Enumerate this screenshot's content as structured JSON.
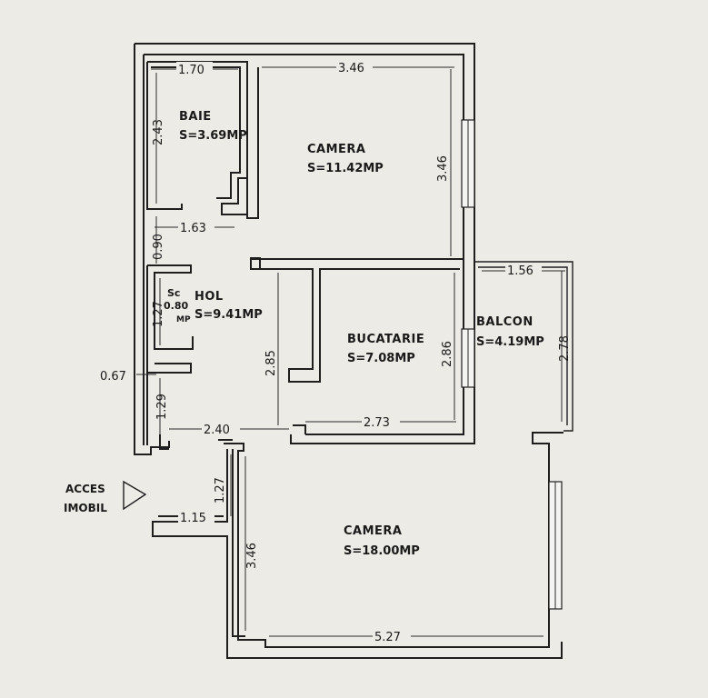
{
  "rooms": {
    "baie": {
      "name": "BAIE",
      "area": "S=3.69MP"
    },
    "camera_top": {
      "name": "CAMERA",
      "area": "S=11.42MP"
    },
    "hol": {
      "name": "HOL",
      "area": "S=9.41MP"
    },
    "sc": {
      "name": "Sc",
      "area": "0.80",
      "unit": "MP"
    },
    "bucatarie": {
      "name": "BUCATARIE",
      "area": "S=7.08MP"
    },
    "balcon": {
      "name": "BALCON",
      "area": "S=4.19MP"
    },
    "camera_bottom": {
      "name": "CAMERA",
      "area": "S=18.00MP"
    }
  },
  "dimensions": {
    "baie_width": "1.70",
    "camera_top_width": "3.46",
    "camera_top_height": "3.46",
    "baie_height": "2.43",
    "hall_top_height": "0.90",
    "hall_top_width": "1.63",
    "sc_height": "1.27",
    "left_step": "0.67",
    "left_low_height": "1.29",
    "hall_width": "2.40",
    "hall_height": "2.85",
    "kitchen_width": "2.73",
    "kitchen_height": "2.86",
    "balcon_width": "1.56",
    "balcon_height": "2.78",
    "access_height": "1.27",
    "access_width": "1.15",
    "camera_bottom_height": "3.46",
    "camera_bottom_width": "5.27"
  },
  "access": {
    "line1": "ACCES",
    "line2": "IMOBIL"
  }
}
